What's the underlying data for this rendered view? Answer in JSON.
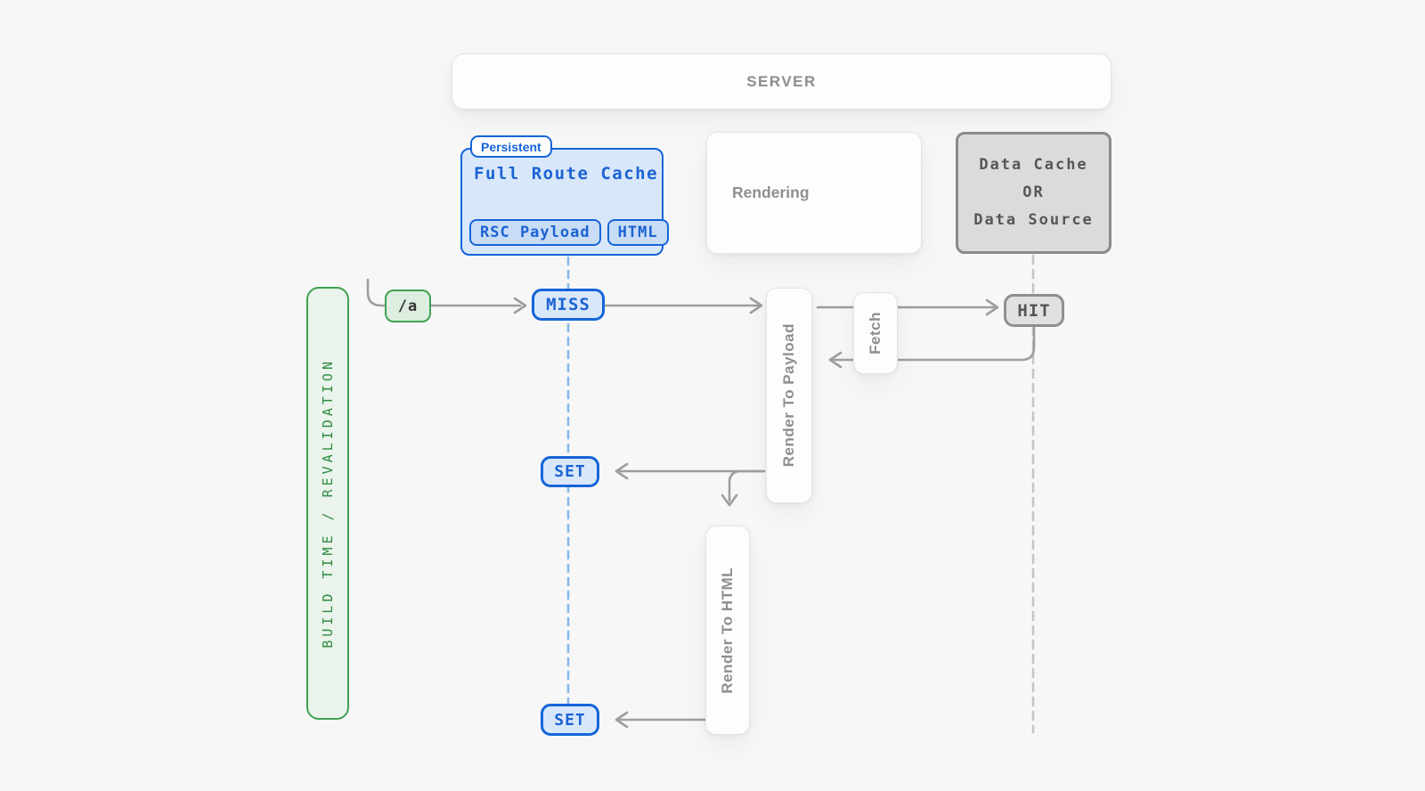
{
  "colors": {
    "background": "#f7f7f8",
    "blue_border": "#1565d8",
    "blue_fill": "#d9e7fa",
    "blue_chip_fill": "#c8dcf6",
    "blue_text": "#1b63d3",
    "blue_lifeline_dash": "#87b9ea",
    "green_border": "#3fa152",
    "green_fill": "#eaf4ec",
    "green_text": "#2e8b40",
    "gray_border": "#8a8a8a",
    "gray_fill": "#dbdbdb",
    "gray_text": "#565656",
    "arrow": "#9e9e9e",
    "gray_lifeline_dash": "#c5c5c5",
    "card_border": "#e3e3e5",
    "card_text": "#8f8f8f"
  },
  "nodes": {
    "server": {
      "label": "SERVER"
    },
    "full_route_cache": {
      "badge": "Persistent",
      "title": "Full Route Cache",
      "chips": [
        "RSC Payload",
        "HTML"
      ]
    },
    "rendering": {
      "label": "Rendering"
    },
    "data_cache": {
      "lines": [
        "Data Cache",
        "OR",
        "Data Source"
      ]
    },
    "build_axis": {
      "label": "BUILD TIME / REVALIDATION"
    },
    "route": {
      "label": "/a"
    },
    "miss": {
      "label": "MISS"
    },
    "render_to_payload": {
      "label": "Render To Payload"
    },
    "fetch": {
      "label": "Fetch"
    },
    "hit": {
      "label": "HIT"
    },
    "set_payload": {
      "label": "SET"
    },
    "render_to_html": {
      "label": "Render To HTML"
    },
    "set_html": {
      "label": "SET"
    }
  },
  "edges": [
    {
      "from": "request",
      "to": "route"
    },
    {
      "from": "route",
      "to": "miss"
    },
    {
      "from": "miss",
      "to": "render_to_payload"
    },
    {
      "from": "render_to_payload",
      "to": "hit",
      "via": "fetch"
    },
    {
      "from": "hit",
      "to": "render_to_payload",
      "via": "fetch"
    },
    {
      "from": "render_to_payload",
      "to": "set_payload"
    },
    {
      "from": "render_to_payload",
      "to": "render_to_html"
    },
    {
      "from": "render_to_html",
      "to": "set_html"
    }
  ]
}
